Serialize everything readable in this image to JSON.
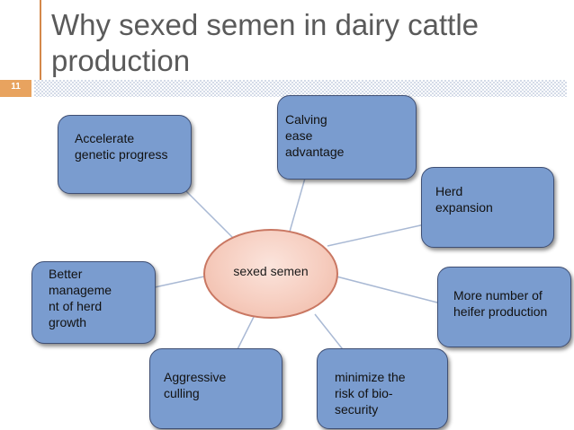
{
  "slide": {
    "title": "Why sexed semen in dairy cattle production",
    "number": "11",
    "accent_color": "#e8a35f",
    "box_color": "#7a9ccf",
    "center_color": "#f6cdbf"
  },
  "diagram": {
    "center": {
      "label": "sexed semen"
    },
    "nodes": [
      {
        "id": "accelerate",
        "label": "Accelerate\ngenetic progress"
      },
      {
        "id": "calving",
        "label": "Calving\nease\nadvantage"
      },
      {
        "id": "herd",
        "label": "Herd\nexpansion"
      },
      {
        "id": "heifer",
        "label": "More number of\nheifer production"
      },
      {
        "id": "biosecurity",
        "label": "minimize the\nrisk of bio-\nsecurity"
      },
      {
        "id": "culling",
        "label": "Aggressive\nculling"
      },
      {
        "id": "management",
        "label": "Better\nmanageme\nnt of herd\ngrowth"
      }
    ]
  }
}
